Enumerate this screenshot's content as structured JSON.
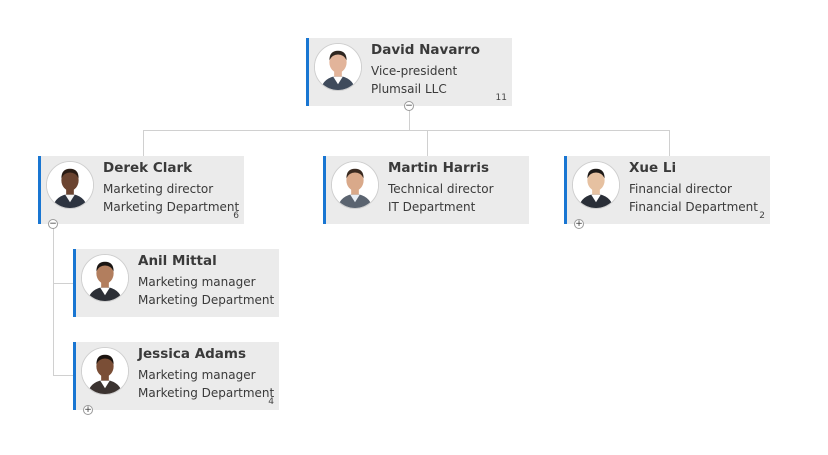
{
  "org_chart": {
    "nodes": [
      {
        "id": "david",
        "name": "David Navarro",
        "title": "Vice-president",
        "department": "Plumsail LLC",
        "count": "11",
        "toggle": "collapse",
        "skin": "#e2b49a",
        "hair": "#2e2620",
        "suit": "#3f4b5c",
        "shirt": "#ffffff"
      },
      {
        "id": "derek",
        "name": "Derek Clark",
        "title": "Marketing director",
        "department": "Marketing Department",
        "count": "6",
        "toggle": "collapse",
        "skin": "#6b4430",
        "hair": "#2a1c14",
        "suit": "#2d3440",
        "shirt": "#f4f4f4"
      },
      {
        "id": "martin",
        "name": "Martin Harris",
        "title": "Technical director",
        "department": "IT Department",
        "count": "",
        "toggle": null,
        "skin": "#d9a98a",
        "hair": "#3a2a20",
        "suit": "#5b6470",
        "shirt": "#e8eef5"
      },
      {
        "id": "xue",
        "name": "Xue Li",
        "title": "Financial director",
        "department": "Financial Department",
        "count": "2",
        "toggle": "expand",
        "skin": "#e6c1a1",
        "hair": "#1e1a18",
        "suit": "#2a2f38",
        "shirt": "#ffffff"
      },
      {
        "id": "anil",
        "name": "Anil Mittal",
        "title": "Marketing manager",
        "department": "Marketing Department",
        "count": "",
        "toggle": null,
        "skin": "#b27e5e",
        "hair": "#1a1512",
        "suit": "#2c2f36",
        "shirt": "#ffffff"
      },
      {
        "id": "jessica",
        "name": "Jessica Adams",
        "title": "Marketing manager",
        "department": "Marketing Department",
        "count": "4",
        "toggle": "expand",
        "skin": "#7a4e36",
        "hair": "#1c1410",
        "suit": "#3b3330",
        "shirt": "#ffffff"
      }
    ]
  },
  "toggle_glyphs": {
    "collapse": "−",
    "expand": "+"
  },
  "colors": {
    "accent": "#1976d2",
    "card_bg": "#ebebeb",
    "connector": "#d0d0d0"
  }
}
